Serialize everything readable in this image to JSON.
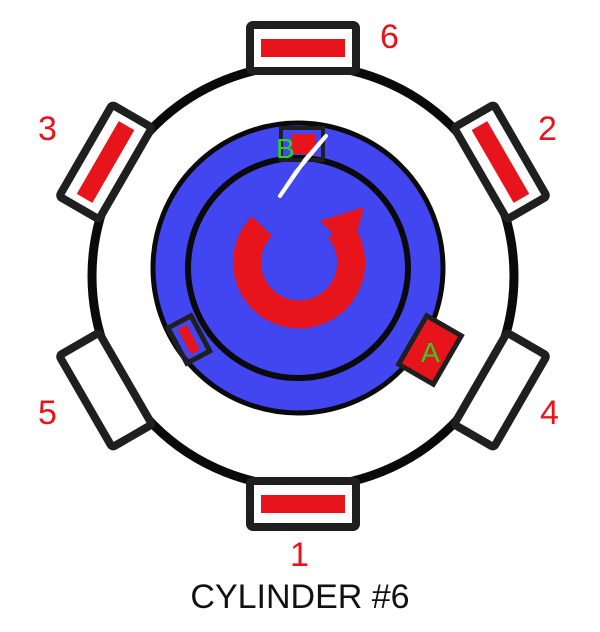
{
  "colors": {
    "outline": "#1f1f1f",
    "housing_ring": "#0a0a0a",
    "rotor": "#4246f0",
    "magnet": "#e8141b",
    "number": "#e8141b",
    "marker": "#2bd22b",
    "caption": "#111111"
  },
  "cylinders": [
    {
      "number": "6",
      "magnet": true
    },
    {
      "number": "2",
      "magnet": true
    },
    {
      "number": "4",
      "magnet": false
    },
    {
      "number": "1",
      "magnet": true
    },
    {
      "number": "5",
      "magnet": false
    },
    {
      "number": "3",
      "magnet": true
    }
  ],
  "rotor": {
    "marker_a": "A",
    "marker_b": "B",
    "icons": [
      "rotation-arrow-icon",
      "timing-pointer-icon"
    ]
  },
  "caption": "CYLINDER #6"
}
